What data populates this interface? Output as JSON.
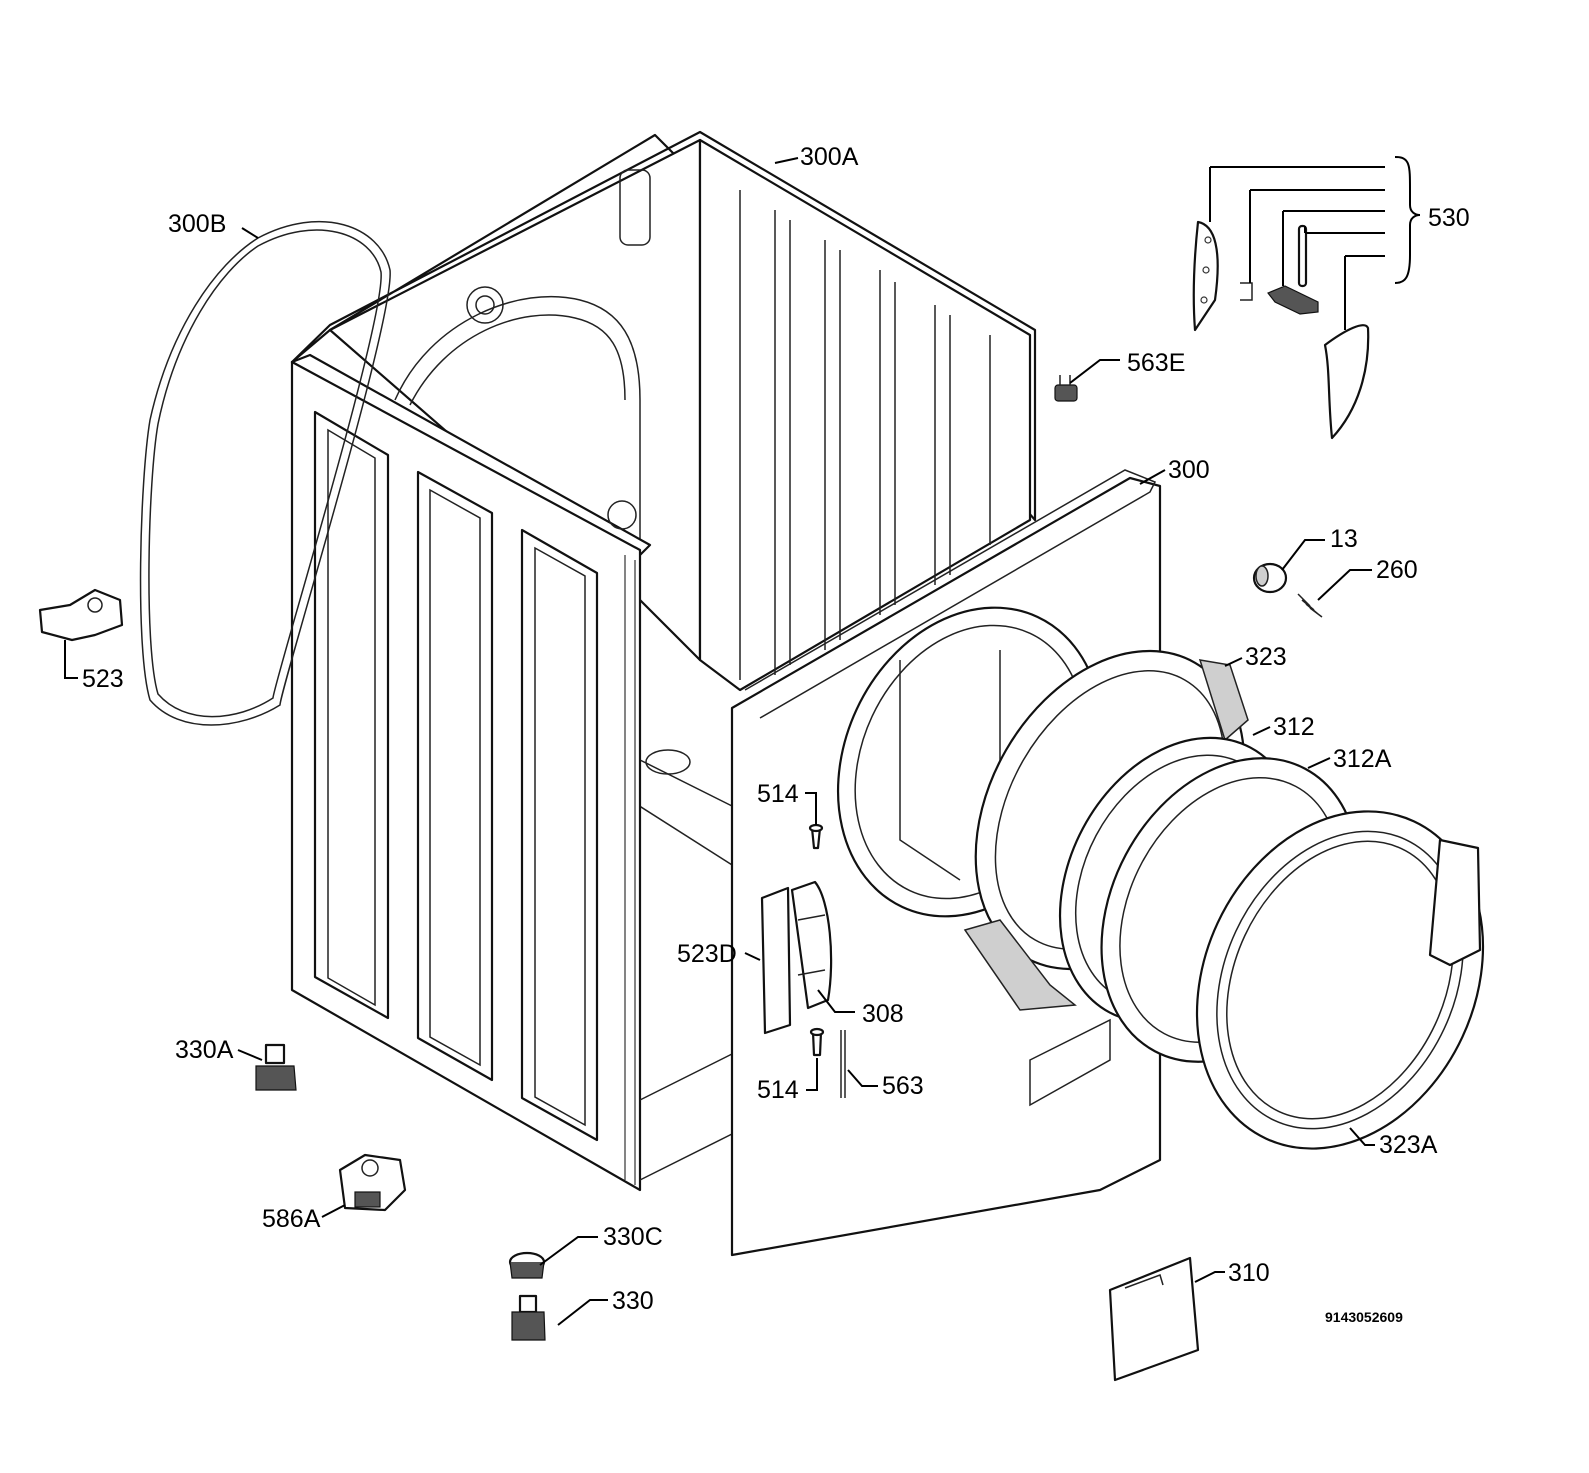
{
  "labels": {
    "l_300A": "300A",
    "l_300B": "300B",
    "l_530": "530",
    "l_563E": "563E",
    "l_300": "300",
    "l_13": "13",
    "l_260": "260",
    "l_323": "323",
    "l_312": "312",
    "l_312A": "312A",
    "l_523": "523",
    "l_514_top": "514",
    "l_523D": "523D",
    "l_308": "308",
    "l_514_bottom": "514",
    "l_563": "563",
    "l_330A": "330A",
    "l_586A": "586A",
    "l_330C": "330C",
    "l_330": "330",
    "l_323A": "323A",
    "l_310": "310"
  },
  "drawing_code": "9143052609"
}
